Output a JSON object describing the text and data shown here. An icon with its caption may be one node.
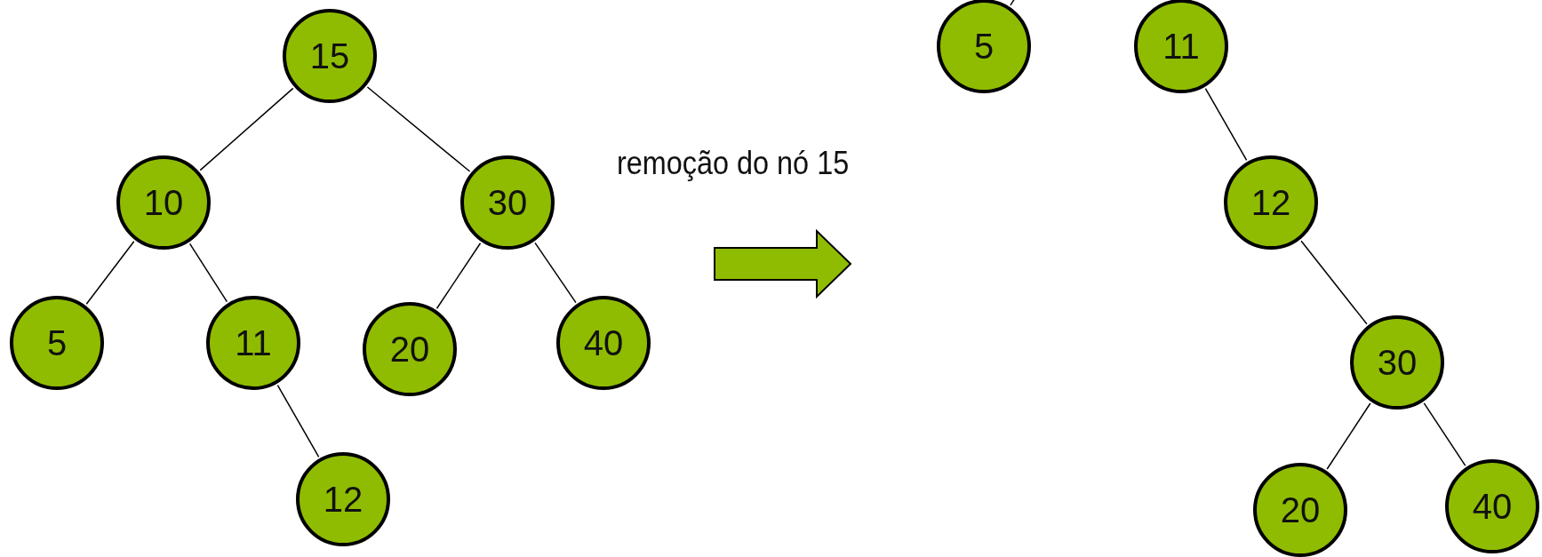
{
  "diagram": {
    "nodes": [
      {
        "text": [
          "15"
        ]
      },
      {
        "text": [
          "10"
        ]
      },
      {
        "text": [
          "30"
        ]
      },
      {
        "text": [
          "5"
        ]
      },
      {
        "text": [
          "11"
        ]
      },
      {
        "text": [
          "20"
        ]
      },
      {
        "text": [
          "40"
        ]
      },
      {
        "text": [
          "12"
        ]
      },
      {
        "text": [
          "5"
        ]
      },
      {
        "text": [
          "11"
        ]
      },
      {
        "text": [
          "12"
        ]
      },
      {
        "text": [
          "30"
        ]
      },
      {
        "text": [
          "20"
        ]
      },
      {
        "text": [
          "40"
        ]
      }
    ],
    "edges": [
      {
        "from": 0,
        "to": 1,
        "arrow": "none"
      },
      {
        "from": 0,
        "to": 2,
        "arrow": "none"
      },
      {
        "from": 1,
        "to": 3,
        "arrow": "none"
      },
      {
        "from": 1,
        "to": 4,
        "arrow": "none"
      },
      {
        "from": 2,
        "to": 5,
        "arrow": "none"
      },
      {
        "from": 2,
        "to": 6,
        "arrow": "none"
      },
      {
        "from": 4,
        "to": 7,
        "arrow": "none"
      },
      {
        "from": 8,
        "to": null,
        "arrow": "none"
      },
      {
        "from": 9,
        "to": 10,
        "arrow": "none"
      },
      {
        "from": 10,
        "to": 11,
        "arrow": "none"
      },
      {
        "from": 11,
        "to": 12,
        "arrow": "none"
      },
      {
        "from": 11,
        "to": 13,
        "arrow": "none"
      }
    ],
    "labels": [
      "remoção do nó 15"
    ]
  }
}
